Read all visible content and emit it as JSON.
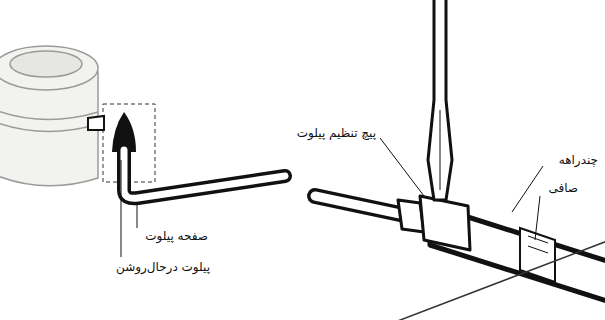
{
  "diagram": {
    "labels": [
      "پیچ تنظیم پیلوت",
      "چندراهه",
      "صافی",
      "صفحه پیلوت",
      "پیلوت درحال‌روشن"
    ]
  }
}
